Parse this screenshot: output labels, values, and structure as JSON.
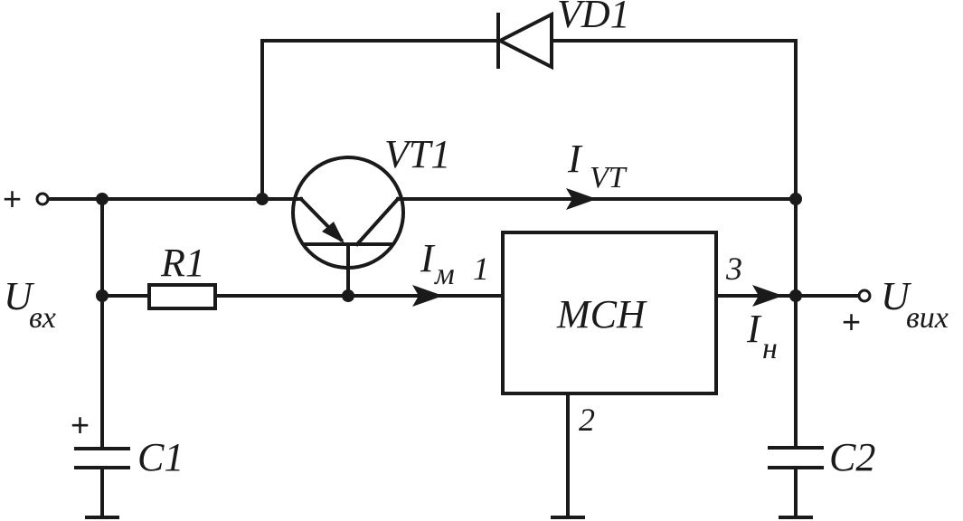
{
  "labels": {
    "diode": "VD1",
    "transistor": "VT1",
    "resistor": "R1",
    "cap_in": "C1",
    "cap_out": "C2",
    "regulator": "MCH",
    "current_vt": {
      "main": "I",
      "sub": "VT"
    },
    "current_m": {
      "main": "I",
      "sub": "м"
    },
    "current_load": {
      "main": "I",
      "sub": "н"
    },
    "u_in": {
      "main": "U",
      "sub": "вх"
    },
    "u_out": {
      "main": "U",
      "sub": "вих"
    },
    "pin_in": "1",
    "pin_gnd": "2",
    "pin_out": "3",
    "plus_in": "+",
    "plus_out": "+",
    "plus_c1": "+"
  }
}
